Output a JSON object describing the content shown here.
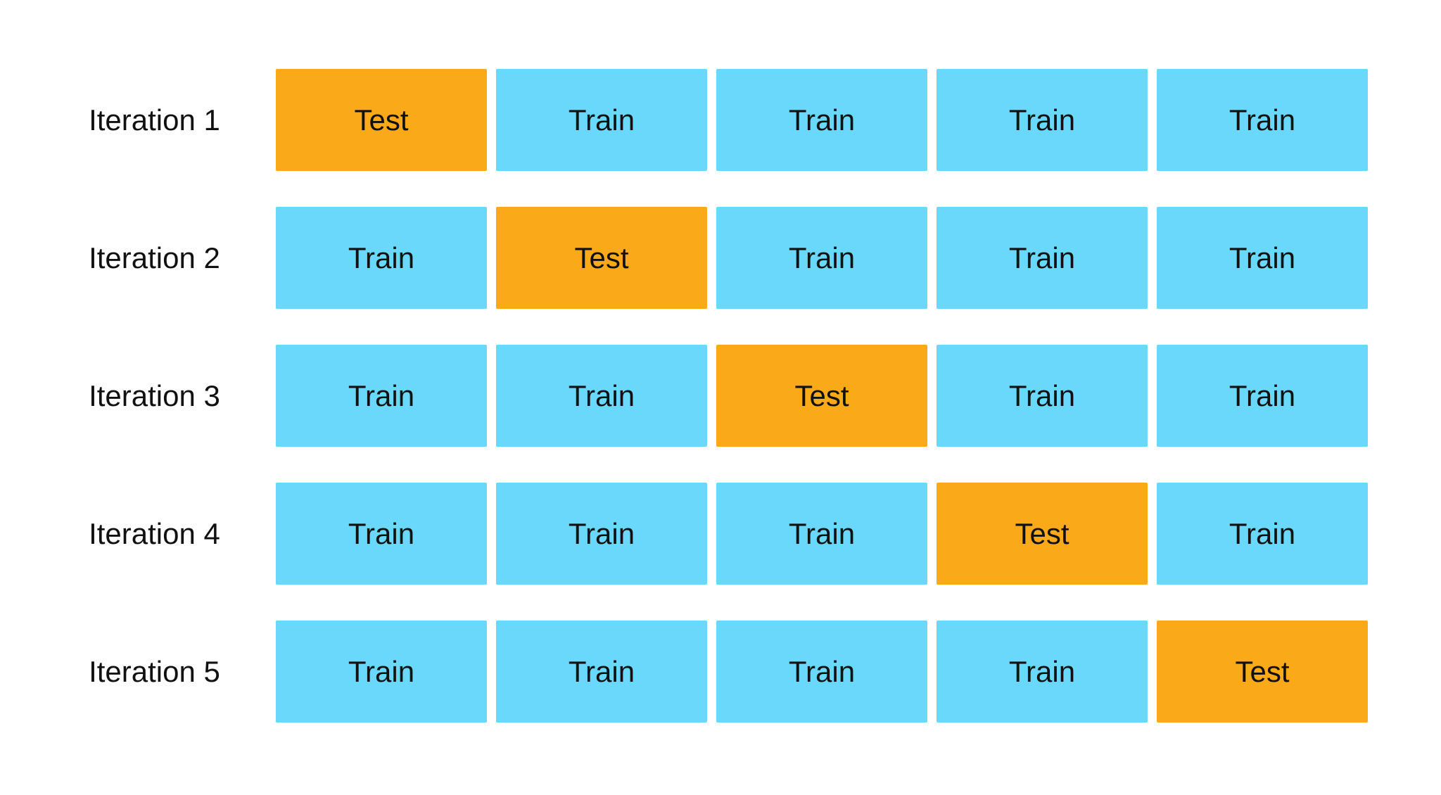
{
  "diagram": {
    "colors": {
      "test": "#FAAA19",
      "train": "#69D8FA",
      "text": "#111111",
      "background": "#FFFFFF"
    },
    "rows": [
      {
        "label": "Iteration 1",
        "cells": [
          {
            "label": "Test",
            "type": "test"
          },
          {
            "label": "Train",
            "type": "train"
          },
          {
            "label": "Train",
            "type": "train"
          },
          {
            "label": "Train",
            "type": "train"
          },
          {
            "label": "Train",
            "type": "train"
          }
        ]
      },
      {
        "label": "Iteration 2",
        "cells": [
          {
            "label": "Train",
            "type": "train"
          },
          {
            "label": "Test",
            "type": "test"
          },
          {
            "label": "Train",
            "type": "train"
          },
          {
            "label": "Train",
            "type": "train"
          },
          {
            "label": "Train",
            "type": "train"
          }
        ]
      },
      {
        "label": "Iteration 3",
        "cells": [
          {
            "label": "Train",
            "type": "train"
          },
          {
            "label": "Train",
            "type": "train"
          },
          {
            "label": "Test",
            "type": "test"
          },
          {
            "label": "Train",
            "type": "train"
          },
          {
            "label": "Train",
            "type": "train"
          }
        ]
      },
      {
        "label": "Iteration 4",
        "cells": [
          {
            "label": "Train",
            "type": "train"
          },
          {
            "label": "Train",
            "type": "train"
          },
          {
            "label": "Train",
            "type": "train"
          },
          {
            "label": "Test",
            "type": "test"
          },
          {
            "label": "Train",
            "type": "train"
          }
        ]
      },
      {
        "label": "Iteration 5",
        "cells": [
          {
            "label": "Train",
            "type": "train"
          },
          {
            "label": "Train",
            "type": "train"
          },
          {
            "label": "Train",
            "type": "train"
          },
          {
            "label": "Train",
            "type": "train"
          },
          {
            "label": "Test",
            "type": "test"
          }
        ]
      }
    ]
  }
}
